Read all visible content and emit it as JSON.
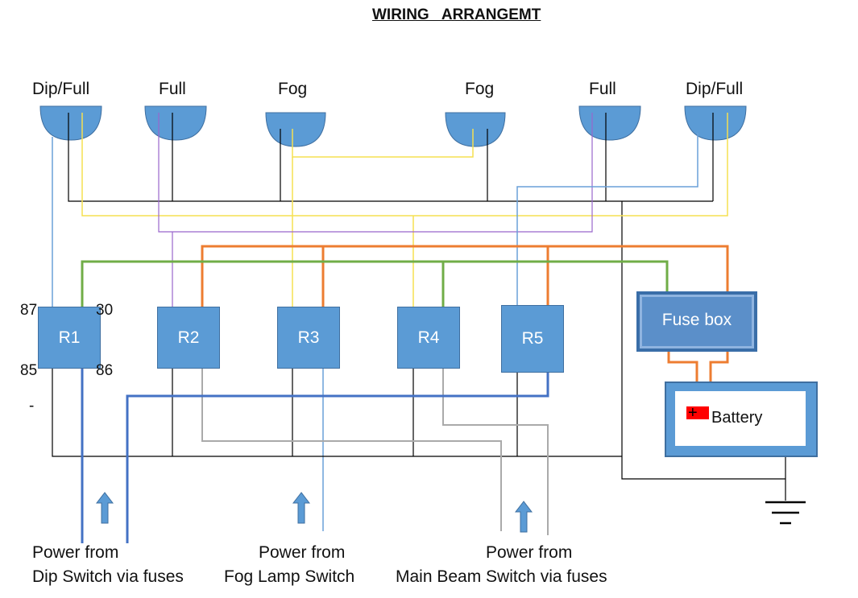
{
  "title": "WIRING   ARRANGEMT",
  "lamps": [
    {
      "label": "Dip/Full"
    },
    {
      "label": "Full"
    },
    {
      "label": "Fog"
    },
    {
      "label": "Fog"
    },
    {
      "label": "Full"
    },
    {
      "label": "Dip/Full"
    }
  ],
  "relays": [
    {
      "label": "R1"
    },
    {
      "label": "R2"
    },
    {
      "label": "R3"
    },
    {
      "label": "R4"
    },
    {
      "label": "R5"
    }
  ],
  "relay_pins": {
    "p87": "87",
    "p30": "30",
    "p85": "85",
    "p86": "86",
    "minus": "-"
  },
  "fuse_box": {
    "label": "Fuse box"
  },
  "battery": {
    "label": "Battery",
    "plus": "+"
  },
  "power_labels": [
    {
      "line1": "Power from",
      "line2": "Dip Switch via fuses"
    },
    {
      "line1": "Power from",
      "line2": "Fog Lamp Switch"
    },
    {
      "line1": "Power from",
      "line2": "Main Beam Switch via fuses"
    }
  ],
  "colors": {
    "relay_fill": "#5b9bd5",
    "green_wire": "#70ad47",
    "orange_wire": "#ed7d31",
    "yellow_wire": "#ffff66",
    "purple_wire": "#9966cc",
    "blue_wire": "#4472c4",
    "black_wire": "#000000",
    "grey_wire": "#aaaaaa",
    "light_blue_wire": "#6aa0d8",
    "battery_plus": "#ff0000"
  }
}
